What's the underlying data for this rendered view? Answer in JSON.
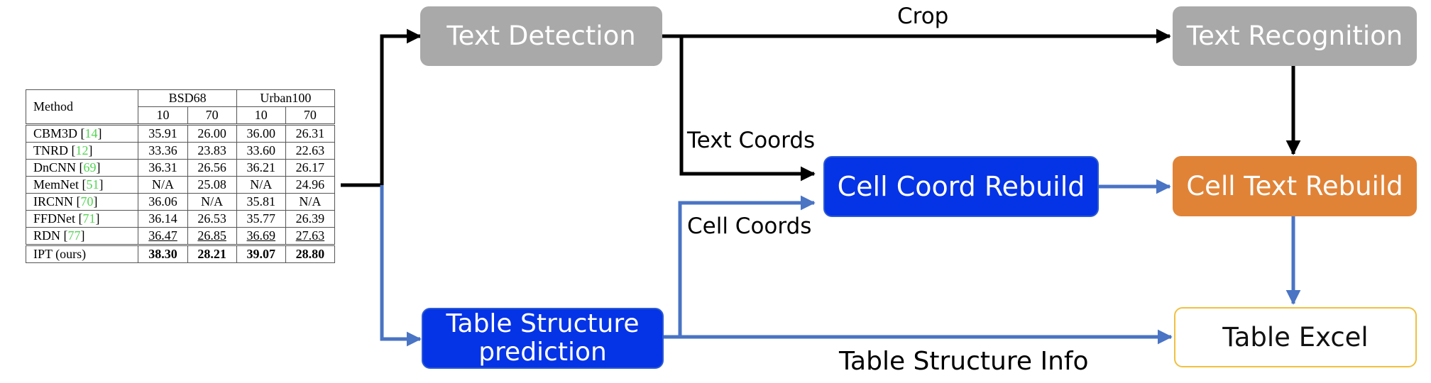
{
  "table": {
    "header": {
      "method": "Method",
      "groups": [
        "BSD68",
        "Urban100"
      ],
      "sub": [
        "10",
        "70",
        "10",
        "70"
      ]
    },
    "rows": [
      {
        "name": "CBM3D",
        "ref": "14",
        "vals": [
          "35.91",
          "26.00",
          "36.00",
          "26.31"
        ]
      },
      {
        "name": "TNRD",
        "ref": "12",
        "vals": [
          "33.36",
          "23.83",
          "33.60",
          "22.63"
        ]
      },
      {
        "name": "DnCNN",
        "ref": "69",
        "vals": [
          "36.31",
          "26.56",
          "36.21",
          "26.17"
        ]
      },
      {
        "name": "MemNet",
        "ref": "51",
        "vals": [
          "N/A",
          "25.08",
          "N/A",
          "24.96"
        ]
      },
      {
        "name": "IRCNN",
        "ref": "70",
        "vals": [
          "36.06",
          "N/A",
          "35.81",
          "N/A"
        ]
      },
      {
        "name": "FFDNet",
        "ref": "71",
        "vals": [
          "36.14",
          "26.53",
          "35.77",
          "26.39"
        ]
      },
      {
        "name": "RDN",
        "ref": "77",
        "vals": [
          "36.47",
          "26.85",
          "36.69",
          "27.63"
        ]
      }
    ],
    "ours": {
      "name": "IPT (ours)",
      "vals": [
        "38.30",
        "28.21",
        "39.07",
        "28.80"
      ]
    }
  },
  "boxes": {
    "text_detection": "Text Detection",
    "text_recognition": "Text Recognition",
    "cell_coord_rebuild": "Cell Coord Rebuild",
    "cell_text_rebuild": "Cell Text Rebuild",
    "table_structure_line1": "Table Structure",
    "table_structure_line2": "prediction",
    "table_excel": "Table Excel"
  },
  "labels": {
    "crop": "Crop",
    "text_coords": "Text Coords",
    "cell_coords": "Cell Coords",
    "table_structure_info": "Table Structure Info"
  },
  "colors": {
    "black_arrow": "#000000",
    "blue_arrow": "#4a74c4",
    "gray_box": "#a9a9a9",
    "blue_box": "#0533e6",
    "orange_box": "#e08337",
    "excel_border": "#f0c040",
    "reference_green": "#52d452"
  }
}
